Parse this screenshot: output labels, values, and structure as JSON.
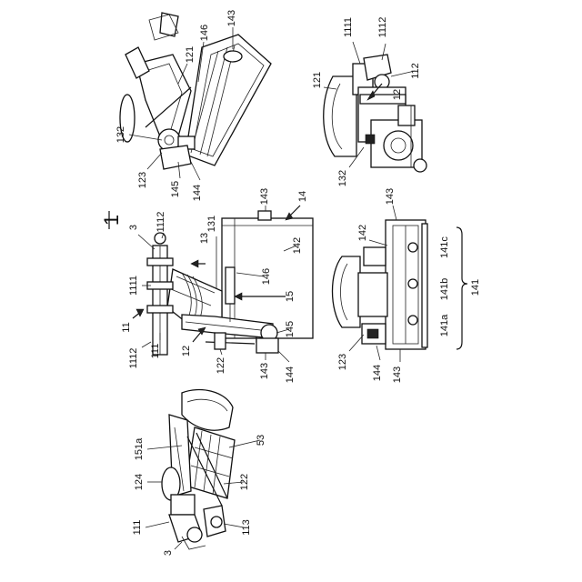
{
  "figure_number": "1",
  "labels": {
    "l1111_a": "1111",
    "l1112_a": "1112",
    "l121_a": "121",
    "l12_a": "12",
    "l112": "112",
    "l132_a": "132",
    "l146_a": "146",
    "l143_a": "143",
    "l121_b": "121",
    "l132_b": "132",
    "l123_a": "123",
    "l145_a": "145",
    "l144_a": "144",
    "l1112_b": "1112",
    "l3_a": "3",
    "l13": "13",
    "l131": "131",
    "l1111_b": "1111",
    "l11": "11",
    "l1112_c": "1112",
    "l111_a": "111",
    "l12_b": "12",
    "l122_a": "122",
    "l143_b": "143",
    "l144_b": "144",
    "l145_b": "145",
    "l15": "15",
    "l146_b": "146",
    "l142_a": "142",
    "l143_c": "143",
    "l14": "14",
    "l143_d": "143",
    "l142_b": "142",
    "l141c": "141c",
    "l141b": "141b",
    "l141a": "141a",
    "l141": "141",
    "l123_b": "123",
    "l144_c": "144",
    "l143_e": "143",
    "l151a": "151a",
    "l53": "53",
    "l124": "124",
    "l122_b": "122",
    "l111_b": "111",
    "l3_b": "3",
    "l113": "113"
  }
}
